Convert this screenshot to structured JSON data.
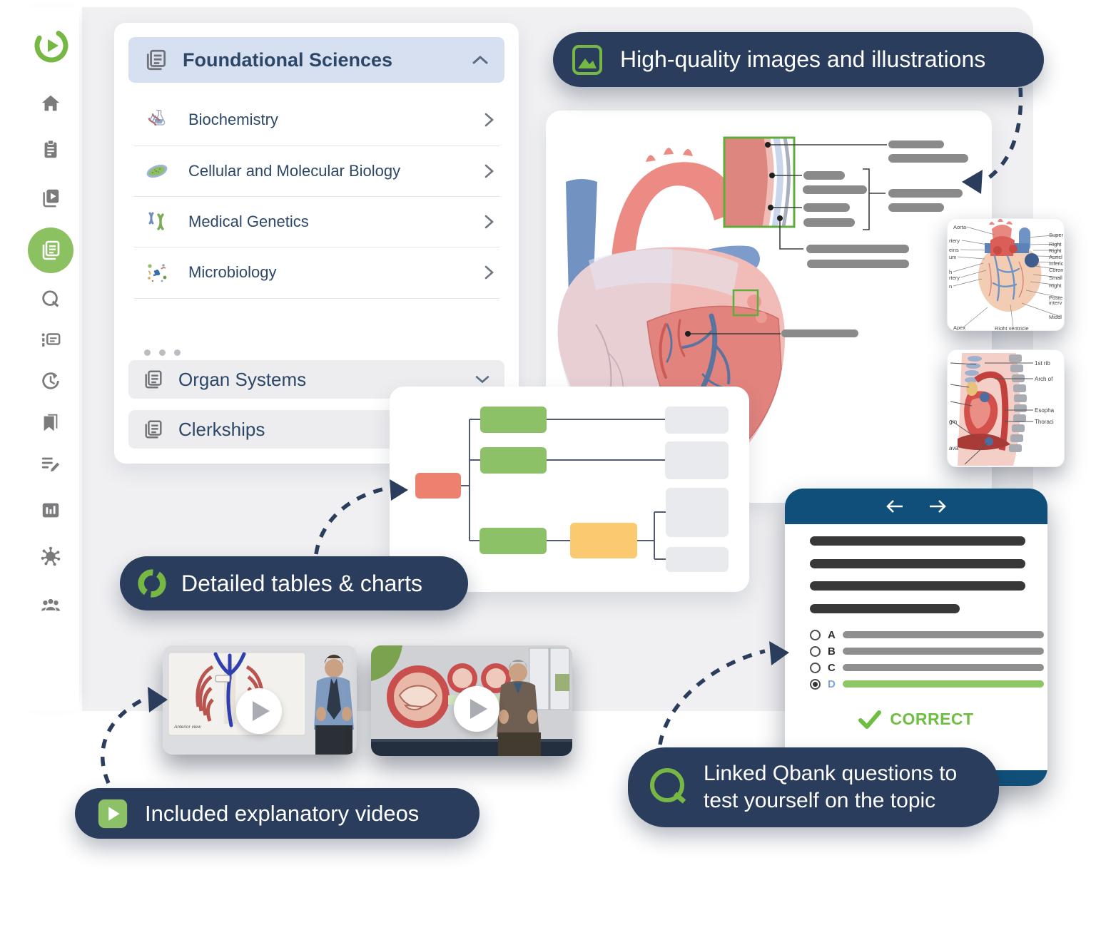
{
  "colors": {
    "brand_green": "#76b843",
    "accent_green": "#8cc162",
    "navy_pill": "#2b3d5c",
    "qbank_blue": "#114f7b",
    "correct_green": "#6fbe44",
    "flow_red": "#ee8070",
    "flow_green": "#8cc168",
    "flow_yellow": "#fbca70"
  },
  "sidebar": {
    "icons": [
      "logo",
      "home",
      "courses",
      "video-library",
      "library-active",
      "qbank",
      "flashcards",
      "recents",
      "bookmarks",
      "notes",
      "statistics",
      "settings",
      "community"
    ]
  },
  "course_panel": {
    "header": {
      "label": "Foundational Sciences"
    },
    "items": [
      {
        "label": "Biochemistry"
      },
      {
        "label": "Cellular and Molecular Biology"
      },
      {
        "label": "Medical Genetics"
      },
      {
        "label": "Microbiology"
      }
    ],
    "sections": [
      {
        "label": "Organ Systems"
      },
      {
        "label": "Clerkships"
      }
    ]
  },
  "callouts": {
    "images": {
      "label": "High-quality images and illustrations"
    },
    "tables": {
      "label": "Detailed tables & charts"
    },
    "videos": {
      "label": "Included explanatory videos"
    },
    "qbank": {
      "line1": "Linked Qbank questions to",
      "line2": "test yourself on the topic"
    }
  },
  "qbank_card": {
    "options": [
      {
        "letter": "A",
        "selected": false
      },
      {
        "letter": "B",
        "selected": false
      },
      {
        "letter": "C",
        "selected": false
      },
      {
        "letter": "D",
        "selected": true
      }
    ],
    "result": "CORRECT"
  },
  "videos": {
    "left_caption": "Anterior view"
  },
  "thumb_heart": {
    "left_labels": [
      "Aorta",
      "rtery",
      "eins",
      "um",
      "h",
      "rtery",
      "n",
      "Apex"
    ],
    "right_labels": [
      "Super",
      "Right",
      "Right",
      "Auricl",
      "Inferic",
      "Coron",
      "Small",
      "Right",
      "Poste",
      "interv",
      "Middl"
    ],
    "bottom_label": "Right ventricle"
  },
  "thumb_thorax": {
    "right_labels": [
      "1st rib",
      "Arch of",
      "Esopha",
      "Thoraci"
    ],
    "left_labels": [
      "gm",
      "ava"
    ]
  }
}
